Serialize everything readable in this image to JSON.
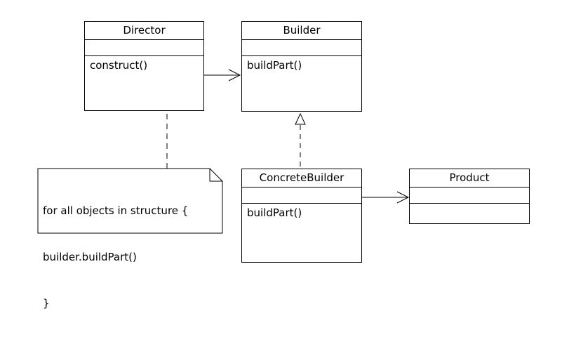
{
  "classes": {
    "director": {
      "name": "Director",
      "operations": [
        "construct()"
      ]
    },
    "builder": {
      "name": "Builder",
      "operations": [
        "buildPart()"
      ]
    },
    "concrete_builder": {
      "name": "ConcreteBuilder",
      "operations": [
        "buildPart()"
      ]
    },
    "product": {
      "name": "Product",
      "operations": []
    }
  },
  "note": {
    "lines": [
      "for all objects in structure {",
      "builder.buildPart()",
      "}"
    ]
  },
  "relations": [
    {
      "from": "Director",
      "to": "Builder",
      "type": "association"
    },
    {
      "from": "ConcreteBuilder",
      "to": "Builder",
      "type": "realization"
    },
    {
      "from": "ConcreteBuilder",
      "to": "Product",
      "type": "association"
    },
    {
      "from": "note",
      "to": "Director.construct()",
      "type": "note-anchor"
    }
  ]
}
